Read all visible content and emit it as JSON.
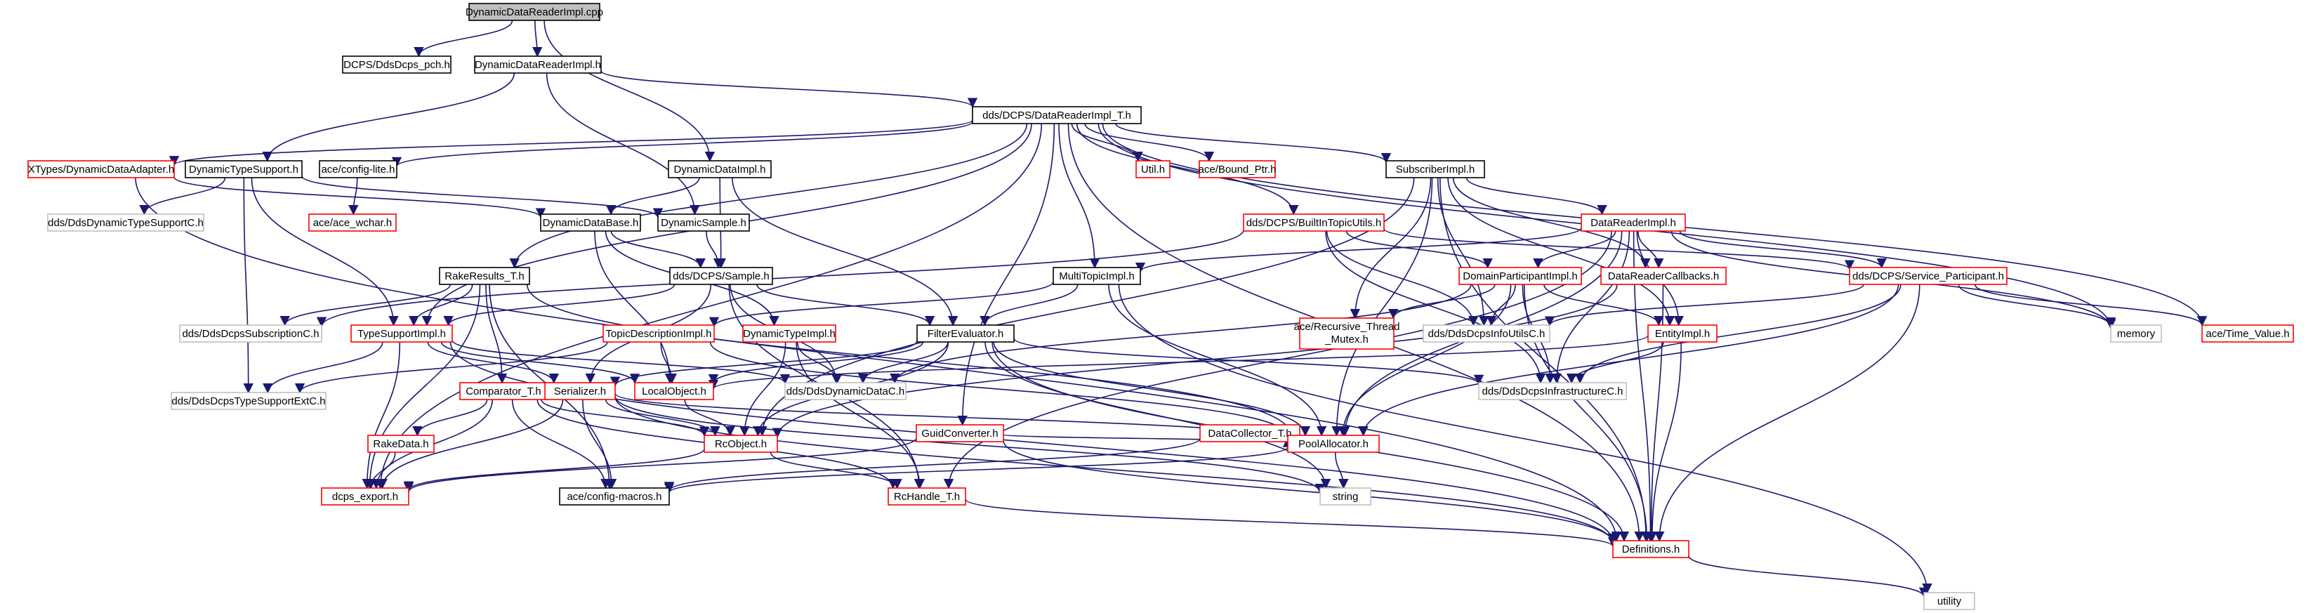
{
  "diagram": {
    "nodes": [
      {
        "id": "root",
        "label": "DynamicDataReaderImpl.cpp",
        "style": "root"
      },
      {
        "id": "dcpspch",
        "label": "DCPS/DdsDcps_pch.h",
        "style": "black"
      },
      {
        "id": "ddrih",
        "label": "DynamicDataReaderImpl.h",
        "style": "black"
      },
      {
        "id": "ddih",
        "label": "DynamicDataImpl.h",
        "style": "black"
      },
      {
        "id": "drit",
        "label": "dds/DCPS/DataReaderImpl_T.h",
        "style": "black"
      },
      {
        "id": "xtypes",
        "label": "XTypes/DynamicDataAdapter.h",
        "style": "red"
      },
      {
        "id": "dts",
        "label": "DynamicTypeSupport.h",
        "style": "black"
      },
      {
        "id": "aceconf",
        "label": "ace/config-lite.h",
        "style": "black"
      },
      {
        "id": "util",
        "label": "Util.h",
        "style": "red"
      },
      {
        "id": "bound",
        "label": "ace/Bound_Ptr.h",
        "style": "red"
      },
      {
        "id": "subimpl",
        "label": "SubscriberImpl.h",
        "style": "black"
      },
      {
        "id": "ddtsc",
        "label": "dds/DdsDynamicTypeSupportC.h",
        "style": "gray"
      },
      {
        "id": "acewchar",
        "label": "ace/ace_wchar.h",
        "style": "red"
      },
      {
        "id": "ddb",
        "label": "DynamicDataBase.h",
        "style": "black"
      },
      {
        "id": "dsample",
        "label": "DynamicSample.h",
        "style": "black"
      },
      {
        "id": "bito",
        "label": "dds/DCPS/BuiltInTopicUtils.h",
        "style": "red"
      },
      {
        "id": "dri",
        "label": "DataReaderImpl.h",
        "style": "red"
      },
      {
        "id": "rake",
        "label": "RakeResults_T.h",
        "style": "black"
      },
      {
        "id": "sample",
        "label": "dds/DCPS/Sample.h",
        "style": "black"
      },
      {
        "id": "multi",
        "label": "MultiTopicImpl.h",
        "style": "black"
      },
      {
        "id": "dpi",
        "label": "DomainParticipantImpl.h",
        "style": "red"
      },
      {
        "id": "drc",
        "label": "DataReaderCallbacks.h",
        "style": "red"
      },
      {
        "id": "svcp",
        "label": "dds/DCPS/Service_Participant.h",
        "style": "red"
      },
      {
        "id": "memory",
        "label": "memory",
        "style": "gray"
      },
      {
        "id": "timev",
        "label": "ace/Time_Value.h",
        "style": "red"
      },
      {
        "id": "ddsubc",
        "label": "dds/DdsDcpsSubscriptionC.h",
        "style": "gray"
      },
      {
        "id": "tsi",
        "label": "TypeSupportImpl.h",
        "style": "red"
      },
      {
        "id": "tdi",
        "label": "TopicDescriptionImpl.h",
        "style": "red"
      },
      {
        "id": "dti",
        "label": "DynamicTypeImpl.h",
        "style": "red"
      },
      {
        "id": "fe",
        "label": "FilterEvaluator.h",
        "style": "black"
      },
      {
        "id": "rtm",
        "label": "ace/Recursive_Thread\n_Mutex.h",
        "style": "red"
      },
      {
        "id": "infoutil",
        "label": "dds/DdsDcpsInfoUtilsC.h",
        "style": "gray"
      },
      {
        "id": "entity",
        "label": "EntityImpl.h",
        "style": "red"
      },
      {
        "id": "tsext",
        "label": "dds/DdsDcpsTypeSupportExtC.h",
        "style": "gray"
      },
      {
        "id": "comp",
        "label": "Comparator_T.h",
        "style": "red"
      },
      {
        "id": "ser",
        "label": "Serializer.h",
        "style": "red"
      },
      {
        "id": "lo",
        "label": "LocalObject.h",
        "style": "red"
      },
      {
        "id": "ddc",
        "label": "dds/DdsDynamicDataC.h",
        "style": "gray"
      },
      {
        "id": "guid",
        "label": "GuidConverter.h",
        "style": "red"
      },
      {
        "id": "dc",
        "label": "DataCollector_T.h",
        "style": "red"
      },
      {
        "id": "infra",
        "label": "dds/DdsDcpsInfrastructureC.h",
        "style": "gray"
      },
      {
        "id": "rakedata",
        "label": "RakeData.h",
        "style": "red"
      },
      {
        "id": "rco",
        "label": "RcObject.h",
        "style": "red"
      },
      {
        "id": "pool",
        "label": "PoolAllocator.h",
        "style": "red"
      },
      {
        "id": "dcpsexp",
        "label": "dcps_export.h",
        "style": "red"
      },
      {
        "id": "acecm",
        "label": "ace/config-macros.h",
        "style": "black"
      },
      {
        "id": "rch",
        "label": "RcHandle_T.h",
        "style": "red"
      },
      {
        "id": "string",
        "label": "string",
        "style": "gray"
      },
      {
        "id": "defs",
        "label": "Definitions.h",
        "style": "red"
      },
      {
        "id": "utility",
        "label": "utility",
        "style": "gray"
      }
    ],
    "edges": [
      [
        "root",
        "dcpspch"
      ],
      [
        "root",
        "ddrih"
      ],
      [
        "root",
        "ddih"
      ],
      [
        "ddrih",
        "drit"
      ],
      [
        "ddrih",
        "dts"
      ],
      [
        "ddrih",
        "dsample"
      ],
      [
        "ddih",
        "ddb"
      ],
      [
        "ddih",
        "sample"
      ],
      [
        "ddih",
        "fe"
      ],
      [
        "drit",
        "xtypes"
      ],
      [
        "drit",
        "aceconf"
      ],
      [
        "drit",
        "util"
      ],
      [
        "drit",
        "bound"
      ],
      [
        "drit",
        "subimpl"
      ],
      [
        "drit",
        "bito"
      ],
      [
        "drit",
        "rake"
      ],
      [
        "drit",
        "multi"
      ],
      [
        "drit",
        "tsi"
      ],
      [
        "drit",
        "guid"
      ],
      [
        "drit",
        "timev"
      ],
      [
        "drit",
        "memory"
      ],
      [
        "drit",
        "dcpsexp"
      ],
      [
        "drit",
        "defs"
      ],
      [
        "xtypes",
        "ddb"
      ],
      [
        "xtypes",
        "defs"
      ],
      [
        "dts",
        "ddtsc"
      ],
      [
        "dts",
        "dsample"
      ],
      [
        "dts",
        "tsi"
      ],
      [
        "dts",
        "tsext"
      ],
      [
        "aceconf",
        "acewchar"
      ],
      [
        "subimpl",
        "dri"
      ],
      [
        "subimpl",
        "rtm"
      ],
      [
        "subimpl",
        "infoutil"
      ],
      [
        "subimpl",
        "entity"
      ],
      [
        "subimpl",
        "drc"
      ],
      [
        "subimpl",
        "pool"
      ],
      [
        "subimpl",
        "rco"
      ],
      [
        "subimpl",
        "defs"
      ],
      [
        "ddb",
        "sample"
      ],
      [
        "ddb",
        "dti"
      ],
      [
        "ddb",
        "lo"
      ],
      [
        "dsample",
        "sample"
      ],
      [
        "bito",
        "dpi"
      ],
      [
        "bito",
        "infoutil"
      ],
      [
        "bito",
        "ddsubc"
      ],
      [
        "bito",
        "svcp"
      ],
      [
        "bito",
        "infra"
      ],
      [
        "dri",
        "dpi"
      ],
      [
        "dri",
        "drc"
      ],
      [
        "dri",
        "svcp"
      ],
      [
        "dri",
        "multi"
      ],
      [
        "dri",
        "entity"
      ],
      [
        "dri",
        "memory"
      ],
      [
        "dri",
        "infra"
      ],
      [
        "dri",
        "pool"
      ],
      [
        "dri",
        "rch"
      ],
      [
        "dri",
        "defs"
      ],
      [
        "rake",
        "ddsubc"
      ],
      [
        "rake",
        "tsi"
      ],
      [
        "rake",
        "comp"
      ],
      [
        "rake",
        "dcpsexp"
      ],
      [
        "rake",
        "acecm"
      ],
      [
        "rake",
        "pool"
      ],
      [
        "sample",
        "tsi"
      ],
      [
        "sample",
        "ddc"
      ],
      [
        "sample",
        "fe"
      ],
      [
        "sample",
        "ser"
      ],
      [
        "sample",
        "rch"
      ],
      [
        "multi",
        "tdi"
      ],
      [
        "multi",
        "fe"
      ],
      [
        "multi",
        "pool"
      ],
      [
        "multi",
        "utility"
      ],
      [
        "dpi",
        "rtm"
      ],
      [
        "dpi",
        "infoutil"
      ],
      [
        "dpi",
        "entity"
      ],
      [
        "dpi",
        "infra"
      ],
      [
        "dpi",
        "pool"
      ],
      [
        "dpi",
        "ddc"
      ],
      [
        "dpi",
        "defs"
      ],
      [
        "drc",
        "rco"
      ],
      [
        "drc",
        "defs"
      ],
      [
        "svcp",
        "infoutil"
      ],
      [
        "svcp",
        "infra"
      ],
      [
        "svcp",
        "pool"
      ],
      [
        "svcp",
        "memory"
      ],
      [
        "svcp",
        "timev"
      ],
      [
        "svcp",
        "defs"
      ],
      [
        "tsi",
        "tsext"
      ],
      [
        "tsi",
        "ser"
      ],
      [
        "tsi",
        "lo"
      ],
      [
        "tsi",
        "ddc"
      ],
      [
        "tsi",
        "dcpsexp"
      ],
      [
        "tsi",
        "defs"
      ],
      [
        "tdi",
        "lo"
      ],
      [
        "tdi",
        "tsext"
      ],
      [
        "tdi",
        "pool"
      ],
      [
        "dti",
        "ddc"
      ],
      [
        "dti",
        "rco"
      ],
      [
        "dti",
        "rch"
      ],
      [
        "fe",
        "ddc"
      ],
      [
        "fe",
        "lo"
      ],
      [
        "fe",
        "infra"
      ],
      [
        "fe",
        "pool"
      ],
      [
        "fe",
        "string"
      ],
      [
        "fe",
        "rco"
      ],
      [
        "fe",
        "defs"
      ],
      [
        "fe",
        "ser"
      ],
      [
        "entity",
        "infra"
      ],
      [
        "entity",
        "lo"
      ],
      [
        "entity",
        "defs"
      ],
      [
        "comp",
        "rakedata"
      ],
      [
        "comp",
        "rco"
      ],
      [
        "comp",
        "acecm"
      ],
      [
        "comp",
        "dcpsexp"
      ],
      [
        "comp",
        "rch"
      ],
      [
        "ser",
        "rco"
      ],
      [
        "ser",
        "dcpsexp"
      ],
      [
        "ser",
        "acecm"
      ],
      [
        "ser",
        "pool"
      ],
      [
        "ser",
        "string"
      ],
      [
        "ser",
        "defs"
      ],
      [
        "lo",
        "rco"
      ],
      [
        "guid",
        "pool"
      ],
      [
        "guid",
        "defs"
      ],
      [
        "guid",
        "dcpsexp"
      ],
      [
        "dc",
        "pool"
      ],
      [
        "dc",
        "acecm"
      ],
      [
        "rakedata",
        "dcpsexp"
      ],
      [
        "rco",
        "rch"
      ],
      [
        "rco",
        "dcpsexp"
      ],
      [
        "pool",
        "string"
      ],
      [
        "pool",
        "acecm"
      ],
      [
        "rch",
        "defs"
      ],
      [
        "defs",
        "utility"
      ]
    ]
  }
}
